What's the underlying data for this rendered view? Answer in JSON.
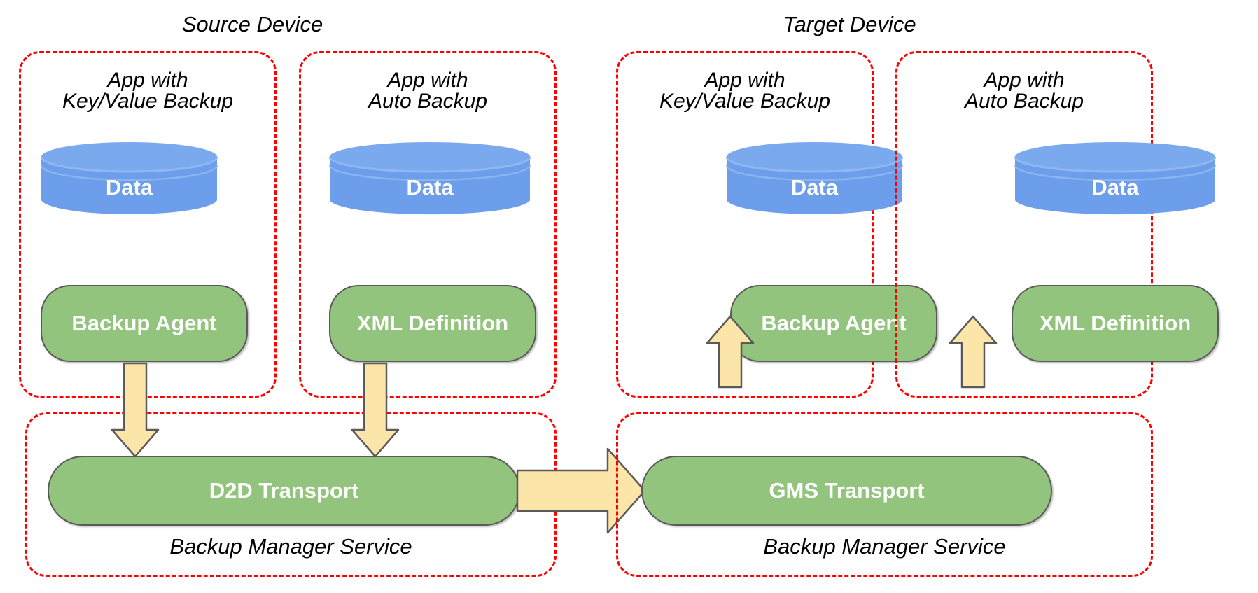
{
  "diagram": {
    "title_source": "Source Device",
    "title_target": "Target Device",
    "colors": {
      "dashed_border": "#ff0000",
      "cylinder_fill": "#6d9eeb",
      "pill_fill": "#93c47d",
      "pill_stroke": "#5a5a5a",
      "arrow_fill": "#fce5a8",
      "arrow_stroke": "#5a5a5a",
      "text_dark": "#000000",
      "text_light": "#ffffff",
      "background": "#ffffff"
    },
    "devices": [
      {
        "name": "Source Device",
        "apps": [
          {
            "caption_line1": "App with",
            "caption_line2": "Key/Value Backup",
            "data_label": "Data",
            "component_label": "Backup Agent"
          },
          {
            "caption_line1": "App with",
            "caption_line2": "Auto Backup",
            "data_label": "Data",
            "component_label": "XML Definition"
          }
        ],
        "service": {
          "transport_label": "D2D Transport",
          "caption": "Backup Manager Service"
        }
      },
      {
        "name": "Target Device",
        "apps": [
          {
            "caption_line1": "App with",
            "caption_line2": "Key/Value Backup",
            "data_label": "Data",
            "component_label": "Backup Agent"
          },
          {
            "caption_line1": "App with",
            "caption_line2": "Auto Backup",
            "data_label": "Data",
            "component_label": "XML Definition"
          }
        ],
        "service": {
          "transport_label": "GMS Transport",
          "caption": "Backup Manager Service"
        }
      }
    ],
    "arrows": [
      {
        "id": "source-app1-to-transport",
        "direction": "down",
        "from": "Backup Agent",
        "to": "D2D Transport"
      },
      {
        "id": "source-app2-to-transport",
        "direction": "down",
        "from": "XML Definition",
        "to": "D2D Transport"
      },
      {
        "id": "d2d-to-gms",
        "direction": "right",
        "from": "D2D Transport",
        "to": "GMS Transport"
      },
      {
        "id": "gms-to-target-app1",
        "direction": "up",
        "from": "GMS Transport",
        "to": "Backup Agent"
      },
      {
        "id": "gms-to-target-app2",
        "direction": "up",
        "from": "GMS Transport",
        "to": "XML Definition"
      }
    ]
  }
}
